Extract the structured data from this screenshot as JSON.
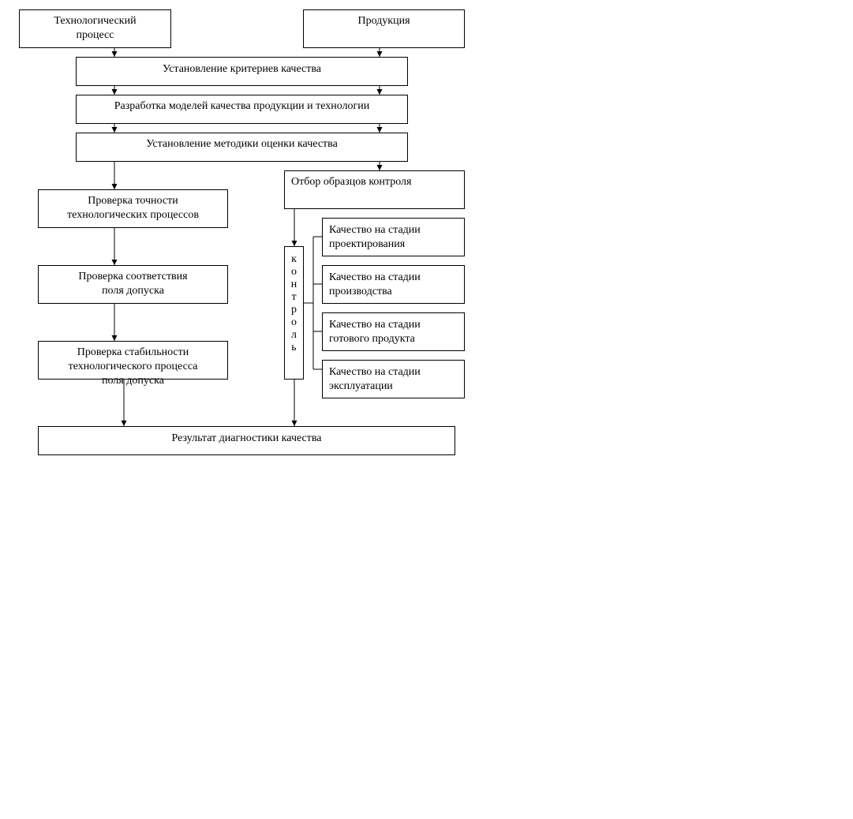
{
  "top": {
    "process": "Технологический\nпроцесс",
    "product": "Продукция"
  },
  "steps": {
    "criteria": "Установление критериев качества",
    "models": "Разработка моделей качества продукции и технологии",
    "method": "Установление методики оценки качества"
  },
  "left_branch": {
    "accuracy": "Проверка точности\nтехнологических процессов",
    "tolerance": "Проверка соответствия\nполя допуска",
    "stability": "Проверка стабильности\nтехнологического процесса\nполя допуска"
  },
  "right_branch": {
    "sampling": "Отбор образцов контроля",
    "control_letters": [
      "к",
      "о",
      "н",
      "т",
      "р",
      "о",
      "л",
      "ь"
    ],
    "stages": [
      "Качество на стадии\nпроектирования",
      "Качество на стадии\nпроизводства",
      "Качество на стадии\nготового продукта",
      "Качество на стадии\nэксплуатации"
    ]
  },
  "result": "Результат диагностики качества"
}
